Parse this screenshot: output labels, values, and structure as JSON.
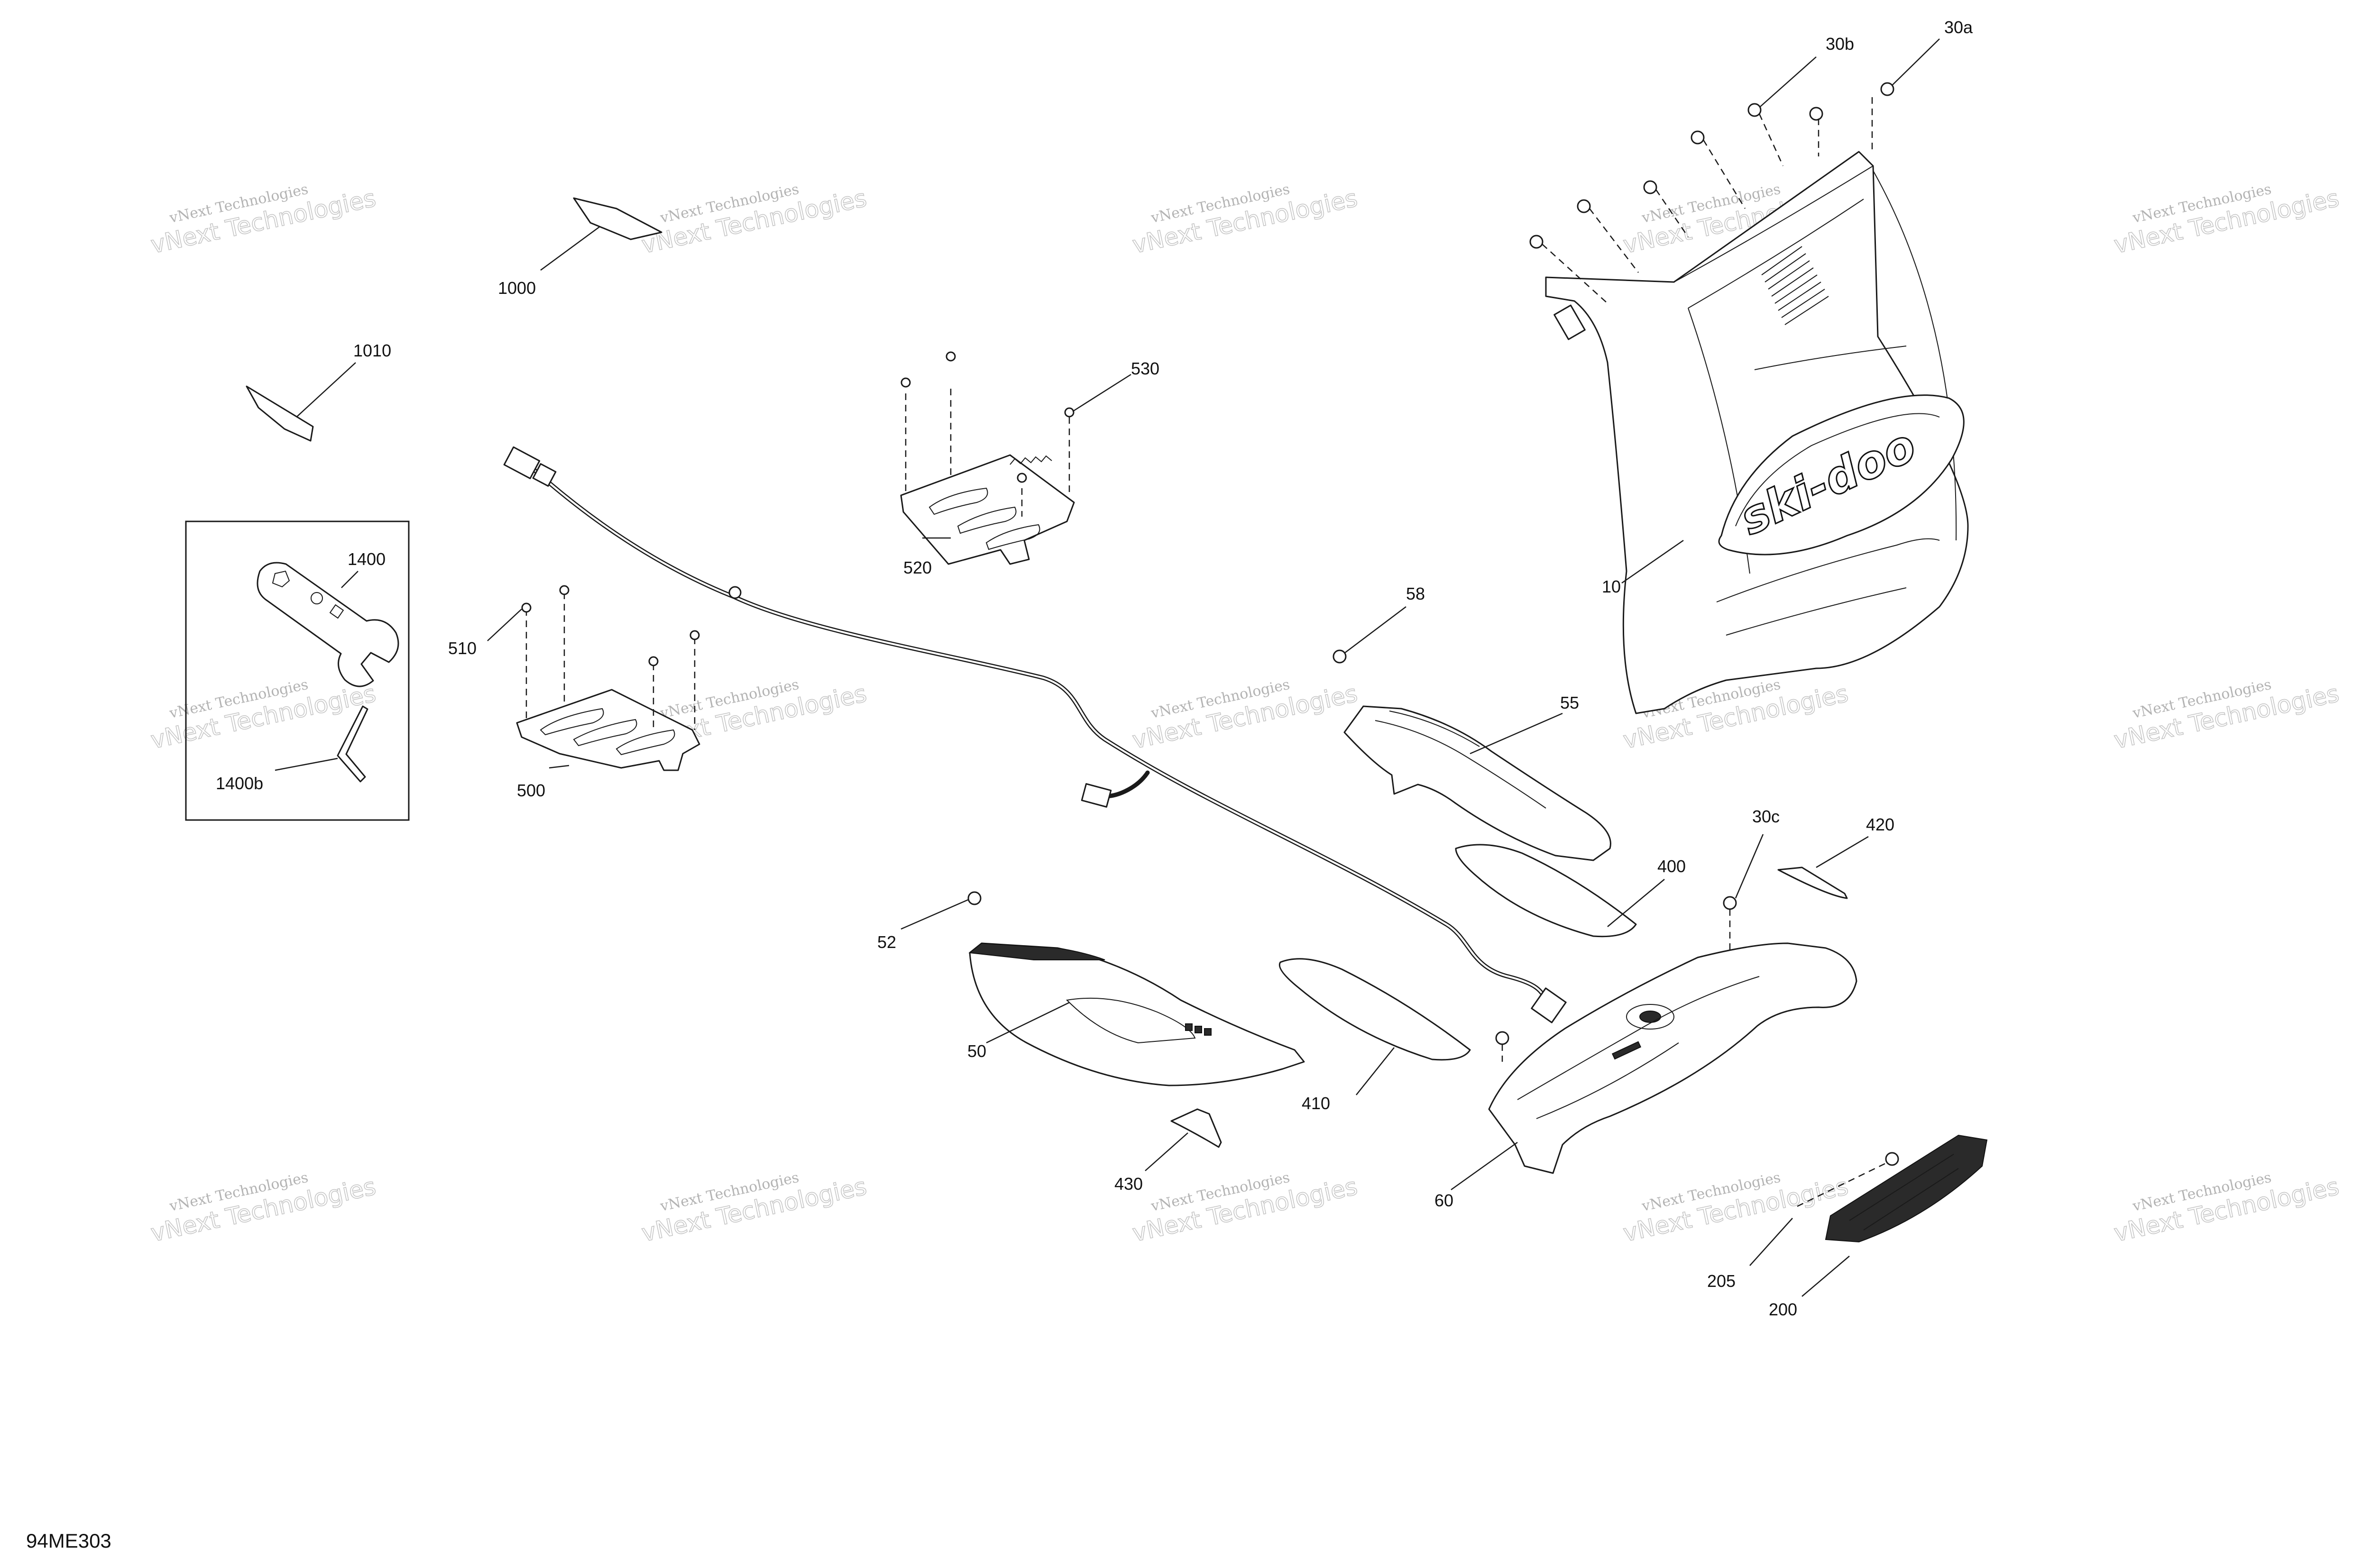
{
  "diagram_code": "94ME303",
  "watermark": {
    "line1": "vNext Technologies",
    "line2": "vNext Technologies"
  },
  "brand_logo": "ski-doo",
  "callouts": {
    "c10": "10",
    "c30a": "30a",
    "c30b": "30b",
    "c30c": "30c",
    "c50": "50",
    "c52": "52",
    "c55": "55",
    "c58": "58",
    "c60": "60",
    "c200": "200",
    "c205": "205",
    "c400": "400",
    "c410": "410",
    "c420": "420",
    "c430": "430",
    "c500": "500",
    "c510": "510",
    "c520": "520",
    "c530": "530",
    "c1000": "1000",
    "c1010": "1010",
    "c1400": "1400",
    "c1400b": "1400b"
  }
}
